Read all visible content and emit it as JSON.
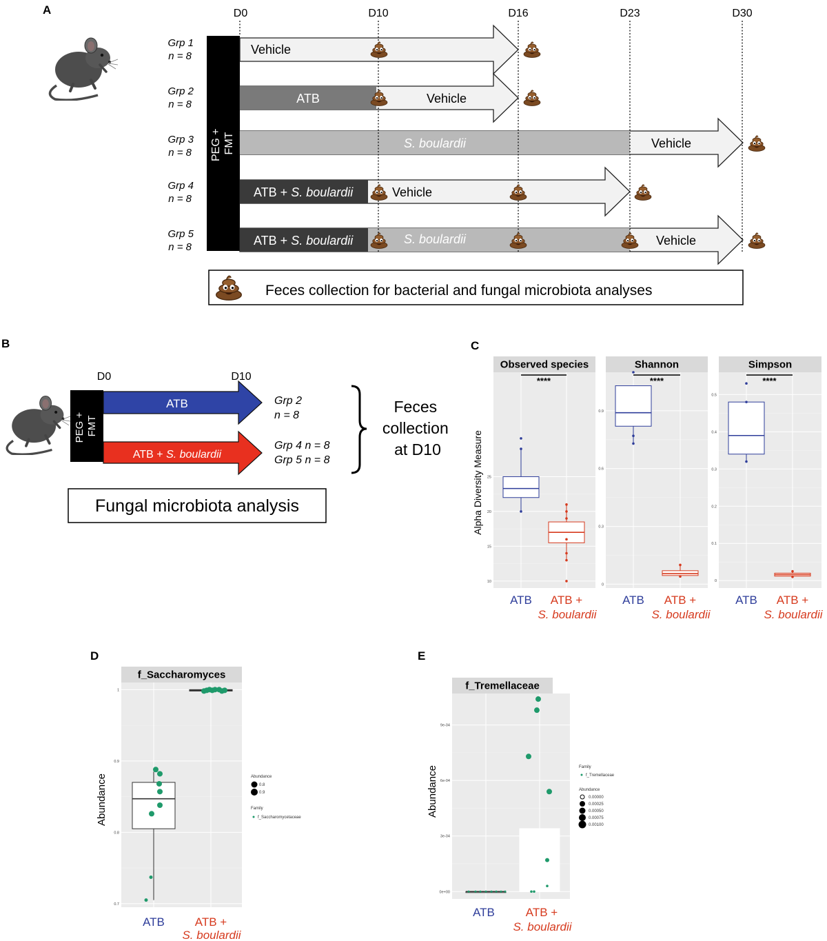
{
  "colors": {
    "atb": "#2e3d9a",
    "sb": "#d63a1e",
    "green": "#1f9a6b",
    "panel_bg": "#ebebeb",
    "strip_bg": "#d9d9d9",
    "blue_arrow": "#2f44a6",
    "red_arrow": "#e8301f",
    "dark_bar": "#3a3a3a",
    "mid_bar": "#7a7a7a",
    "light_bar": "#b9b9b9",
    "white_bar": "#f2f2f2"
  },
  "panelA": {
    "letter": "A",
    "days": [
      "D0",
      "D10",
      "D16",
      "D23",
      "D30"
    ],
    "black_bar_label": [
      "PEG +",
      "FMT"
    ],
    "groups": [
      {
        "name": "Grp 1",
        "n": "n = 8"
      },
      {
        "name": "Grp 2",
        "n": "n = 8"
      },
      {
        "name": "Grp 3",
        "n": "n = 8"
      },
      {
        "name": "Grp 4",
        "n": "n = 8"
      },
      {
        "name": "Grp 5",
        "n": "n = 8"
      }
    ],
    "arrow_labels": {
      "vehicle": "Vehicle",
      "atb": "ATB",
      "sb": "S. boulardii",
      "atb_plus": "ATB + ",
      "sb_italic": "S. boulardii"
    },
    "legend": "Feces collection for bacterial and fungal microbiota analyses",
    "poop_icon": "poop-icon"
  },
  "panelB": {
    "letter": "B",
    "days": [
      "D0",
      "D10"
    ],
    "black_bar_label": [
      "PEG +",
      "FMT"
    ],
    "arrow1": "ATB",
    "arrow2_prefix": "ATB + ",
    "arrow2_italic": "S. boulardii",
    "grp_a": "Grp 2",
    "grp_a_n": "n = 8",
    "grp_b": "Grp 4 n = 8",
    "grp_c": "Grp 5 n = 8",
    "feces": [
      "Feces",
      "collection",
      "at D10"
    ],
    "analysis": "Fungal microbiota analysis"
  },
  "panelC": {
    "letter": "C",
    "ylabel": "Alpha Diversity Measure",
    "sig": "****",
    "xlab_atb": "ATB",
    "xlab_sb1": "ATB +",
    "xlab_sb2": "S. boulardii"
  },
  "panelD": {
    "letter": "D",
    "ylabel": "Abundance",
    "xlab_atb": "ATB",
    "xlab_sb1": "ATB +",
    "xlab_sb2": "S. boulardii",
    "legend_abundance_title": "Abundance",
    "legend_abundance_items": [
      "0.8",
      "0.9"
    ],
    "legend_family_title": "Family",
    "legend_family_item": "f_Saccharomycetaceae"
  },
  "panelE": {
    "letter": "E",
    "ylabel": "Abundance",
    "xlab_atb": "ATB",
    "xlab_sb1": "ATB +",
    "xlab_sb2": "S. boulardii",
    "legend_family_title": "Family",
    "legend_family_item": "f_Tremellaceae",
    "legend_abundance_title": "Abundance",
    "legend_abundance_items": [
      "0.00000",
      "0.00025",
      "0.00050",
      "0.00075",
      "0.00100"
    ]
  },
  "chart_data": [
    {
      "type": "box",
      "facet": "Observed species",
      "ylim": [
        9,
        40
      ],
      "yticks": [
        10,
        15,
        20,
        25
      ],
      "boxes": [
        {
          "group": "ATB",
          "min": 20,
          "q1": 22,
          "median": 23.3,
          "q3": 25,
          "max": 29,
          "points": [
            20,
            29,
            30.5
          ]
        },
        {
          "group": "ATB + S. boulardii",
          "min": 13,
          "q1": 15.5,
          "median": 17,
          "q3": 18.5,
          "max": 21,
          "points": [
            10,
            13,
            14,
            16,
            19,
            20,
            21
          ]
        }
      ]
    },
    {
      "type": "box",
      "facet": "Shannon",
      "ylim": [
        -0.02,
        1.1
      ],
      "yticks": [
        0.0,
        0.3,
        0.6,
        0.9
      ],
      "boxes": [
        {
          "group": "ATB",
          "min": 0.73,
          "q1": 0.82,
          "median": 0.89,
          "q3": 1.03,
          "max": 1.03,
          "points": [
            0.73,
            0.77,
            1.1
          ]
        },
        {
          "group": "ATB + S. boulardii",
          "min": 0.04,
          "q1": 0.045,
          "median": 0.055,
          "q3": 0.07,
          "max": 0.1,
          "points": [
            0.04,
            0.1
          ]
        }
      ]
    },
    {
      "type": "box",
      "facet": "Simpson",
      "ylim": [
        -0.02,
        0.56
      ],
      "yticks": [
        0.0,
        0.1,
        0.2,
        0.3,
        0.4,
        0.5
      ],
      "boxes": [
        {
          "group": "ATB",
          "min": 0.32,
          "q1": 0.34,
          "median": 0.39,
          "q3": 0.48,
          "max": 0.48,
          "points": [
            0.32,
            0.48,
            0.53
          ]
        },
        {
          "group": "ATB + S. boulardii",
          "min": 0.01,
          "q1": 0.012,
          "median": 0.016,
          "q3": 0.02,
          "max": 0.025,
          "points": [
            0.01,
            0.025
          ]
        }
      ]
    },
    {
      "type": "box",
      "facet": "f_Saccharomyces",
      "ylim": [
        0.695,
        1.01
      ],
      "yticks": [
        0.7,
        0.8,
        0.9,
        1.0
      ],
      "boxes": [
        {
          "group": "ATB",
          "min": 0.705,
          "q1": 0.805,
          "median": 0.847,
          "q3": 0.87,
          "max": 0.885,
          "points": [
            0.888,
            0.882,
            0.868,
            0.857,
            0.838,
            0.826,
            0.737,
            0.705
          ]
        },
        {
          "group": "ATB + S. boulardii",
          "min": 0.997,
          "q1": 0.998,
          "median": 0.999,
          "q3": 1.0,
          "max": 1.0,
          "points": [
            0.998,
            0.999,
            0.999,
            1.0,
            1.0,
            0.998,
            0.999,
            1.0
          ]
        }
      ]
    },
    {
      "type": "box",
      "facet": "f_Tremellaceae",
      "ylim": [
        -4e-05,
        0.00107
      ],
      "yticks": [
        0,
        0.0003,
        0.0006,
        0.0009
      ],
      "ytick_labels": [
        "0e+00",
        "3e-04",
        "6e-04",
        "9e-04"
      ],
      "boxes": [
        {
          "group": "ATB",
          "min": 0,
          "q1": 0,
          "median": 0,
          "q3": 0,
          "max": 0,
          "points": [
            0,
            0,
            0,
            0,
            0,
            0,
            0,
            0
          ]
        },
        {
          "group": "ATB + S. boulardii",
          "min": 0,
          "q1": 0,
          "median": 0,
          "q3": 0.00034,
          "max": 0.00034,
          "points": [
            0.00104,
            0.00098,
            0.00073,
            0.00054,
            0.00017,
            3e-05,
            0,
            0
          ]
        }
      ]
    }
  ]
}
